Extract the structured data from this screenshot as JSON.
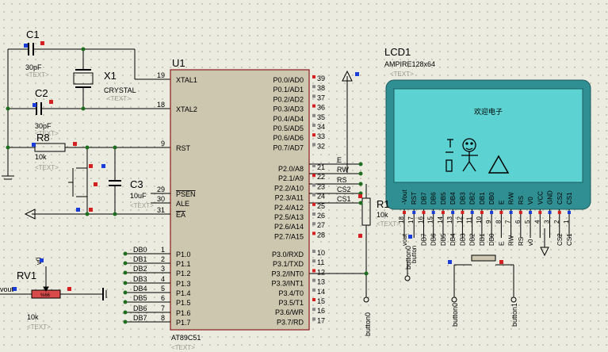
{
  "colors": {
    "background": "#ecebe0",
    "wire": "#000000",
    "chip_fill": "#cdc7b0",
    "body_stroke": "#8b1d1d",
    "lcd_frame": "#2f8f92",
    "lcd_screen": "#5cd3d2",
    "pin_red": "#d42020",
    "pin_blue": "#1a3cd8",
    "junction": "#1f6e1f"
  },
  "components": {
    "c1": {
      "ref": "C1",
      "value": "30pF",
      "text": "<TEXT>"
    },
    "c2": {
      "ref": "C2",
      "value": "30pF",
      "text": "<TEXT>"
    },
    "x1": {
      "ref": "X1",
      "value": "CRYSTAL",
      "text": "<TEXT>"
    },
    "r8": {
      "ref": "R8",
      "value": "10k",
      "text": "<TEXT>"
    },
    "c3": {
      "ref": "C3",
      "value": "10uF",
      "text": "<TEXT>"
    },
    "r1": {
      "ref": "R1",
      "value": "10k",
      "text": "<TEXT>"
    },
    "rv1": {
      "ref": "RV1",
      "value": "10k",
      "text": "<TEXT>",
      "pot_text": "vout",
      "wiper_value": "%66"
    },
    "lcd": {
      "ref": "LCD1",
      "model": "AMPIRE128x64",
      "text": "<TEXT>",
      "screen_text": "欢迎电子"
    }
  },
  "u1": {
    "ref": "U1",
    "part": "AT89C51",
    "text": "<TEXT>",
    "left_pins": [
      {
        "num": "19",
        "name": "XTAL1"
      },
      {
        "num": "18",
        "name": "XTAL2"
      },
      {
        "num": "9",
        "name": "RST"
      },
      {
        "num": "29",
        "name": "PSEN"
      },
      {
        "num": "30",
        "name": "ALE"
      },
      {
        "num": "31",
        "name": "EA"
      },
      {
        "num": "1",
        "name": "P1.0"
      },
      {
        "num": "2",
        "name": "P1.1"
      },
      {
        "num": "3",
        "name": "P1.2"
      },
      {
        "num": "4",
        "name": "P1.3"
      },
      {
        "num": "5",
        "name": "P1.4"
      },
      {
        "num": "6",
        "name": "P1.5"
      },
      {
        "num": "7",
        "name": "P1.6"
      },
      {
        "num": "8",
        "name": "P1.7"
      }
    ],
    "right_pins": [
      {
        "num": "39",
        "name": "P0.0/AD0"
      },
      {
        "num": "38",
        "name": "P0.1/AD1"
      },
      {
        "num": "37",
        "name": "P0.2/AD2"
      },
      {
        "num": "36",
        "name": "P0.3/AD3"
      },
      {
        "num": "35",
        "name": "P0.4/AD4"
      },
      {
        "num": "34",
        "name": "P0.5/AD5"
      },
      {
        "num": "33",
        "name": "P0.6/AD6"
      },
      {
        "num": "32",
        "name": "P0.7/AD7"
      },
      {
        "num": "21",
        "name": "P2.0/A8"
      },
      {
        "num": "22",
        "name": "P2.1/A9"
      },
      {
        "num": "23",
        "name": "P2.2/A10"
      },
      {
        "num": "24",
        "name": "P2.3/A11"
      },
      {
        "num": "25",
        "name": "P2.4/A12"
      },
      {
        "num": "26",
        "name": "P2.5/A13"
      },
      {
        "num": "27",
        "name": "P2.6/A14"
      },
      {
        "num": "28",
        "name": "P2.7/A15"
      },
      {
        "num": "10",
        "name": "P3.0/RXD"
      },
      {
        "num": "11",
        "name": "P3.1/TXD"
      },
      {
        "num": "12",
        "name": "P3.2/INT0"
      },
      {
        "num": "13",
        "name": "P3.3/INT1"
      },
      {
        "num": "14",
        "name": "P3.4/T0"
      },
      {
        "num": "15",
        "name": "P3.5/T1"
      },
      {
        "num": "16",
        "name": "P3.6/WR"
      },
      {
        "num": "17",
        "name": "P3.7/RD"
      }
    ]
  },
  "nets": {
    "db": [
      "DB0",
      "DB1",
      "DB2",
      "DB3",
      "DB4",
      "DB5",
      "DB6",
      "DB7"
    ],
    "ctrl": [
      "E",
      "RW",
      "RS",
      "CS2",
      "CS1"
    ],
    "button0": "button0",
    "button1": "button1",
    "vout": "vout",
    "v0": "v0"
  },
  "lcd_pins": [
    {
      "name": "-Vout",
      "num": "18"
    },
    {
      "name": "RST",
      "num": "17"
    },
    {
      "name": "DB7",
      "num": "16"
    },
    {
      "name": "DB6",
      "num": "15"
    },
    {
      "name": "DB5",
      "num": "14"
    },
    {
      "name": "DB4",
      "num": "13"
    },
    {
      "name": "DB3",
      "num": "12"
    },
    {
      "name": "DB2",
      "num": "11"
    },
    {
      "name": "DB1",
      "num": "10"
    },
    {
      "name": "DB0",
      "num": "9"
    },
    {
      "name": "E",
      "num": "8"
    },
    {
      "name": "R/W",
      "num": "7"
    },
    {
      "name": "RS",
      "num": "6"
    },
    {
      "name": "V0",
      "num": "5"
    },
    {
      "name": "VCC",
      "num": "4"
    },
    {
      "name": "GND",
      "num": "3"
    },
    {
      "name": "CS2",
      "num": "2"
    },
    {
      "name": "CS1",
      "num": "1"
    }
  ],
  "lcd_nets": [
    "vout",
    "button",
    "DB7",
    "DB6",
    "DB5",
    "DB4",
    "DB3",
    "DB2",
    "DB1",
    "DB0",
    "E",
    "RW",
    "RS",
    "v0",
    "",
    "",
    "CS2",
    "CS1"
  ]
}
